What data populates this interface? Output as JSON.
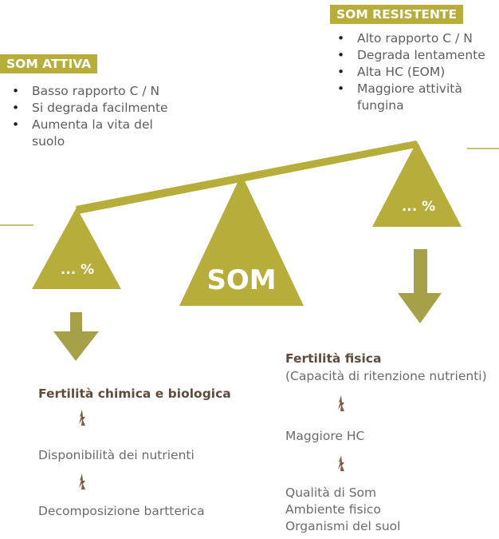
{
  "colors": {
    "olive": "#b6ad3b",
    "arrow": "#a6a049",
    "heading": "#5f4a3e",
    "text": "#5d5e60"
  },
  "som_resistente": {
    "label": "SOM RESISTENTE",
    "items": [
      "Alto rapporto C / N",
      "Degrada lentamente",
      "Alta HC (EOM)",
      "Maggiore attività fungina"
    ]
  },
  "som_attiva": {
    "label": "SOM ATTIVA",
    "items": [
      "Basso rapporto C / N",
      "Si degrada facilmente",
      "Aumenta la vita del suolo"
    ]
  },
  "balance": {
    "center_label": "SOM",
    "left_weight": "... %",
    "right_weight": "... %"
  },
  "left_outcome": {
    "heading": "Fertilità chimica e biologica",
    "line1": "Disponibilità dei nutrienti",
    "line2": "Decomposizione bartterica"
  },
  "right_outcome": {
    "heading": "Fertilità fisica",
    "subheading": "(Capacità di ritenzione nutrienti)",
    "line1": "Maggiore HC",
    "lines2": [
      "Qualità di Som",
      "Ambiente fisico",
      "Organismi del suol"
    ]
  }
}
